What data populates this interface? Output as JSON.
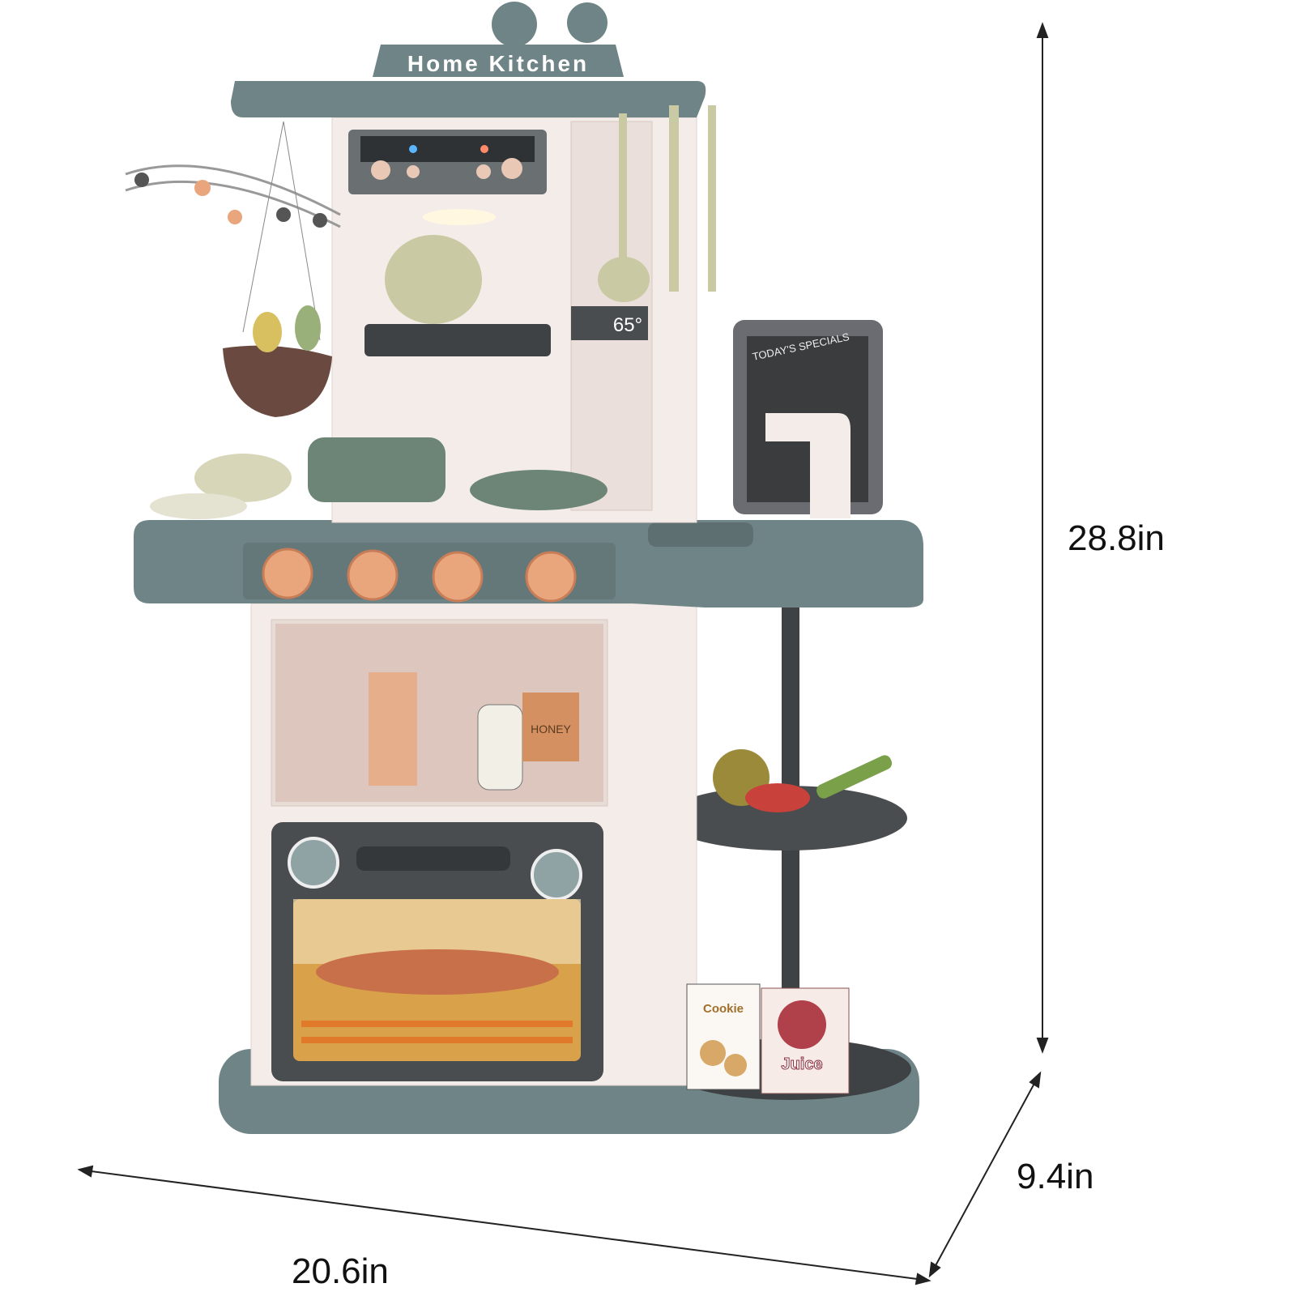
{
  "product": {
    "sign_text": "Home Kitchen",
    "chalkboard_text": "TODAY'S SPECIALS",
    "display_readout": "65°",
    "box_honey": "HONEY",
    "box_juice": "Juice",
    "box_cookie": "Cookie"
  },
  "dimensions": {
    "height": "28.8in",
    "depth": "9.4in",
    "width": "20.6in"
  },
  "colors": {
    "body_gray": "#6f8486",
    "cabinet_white": "#f4ece9",
    "knob_peach": "#e9a57c",
    "dark": "#3f4244"
  }
}
